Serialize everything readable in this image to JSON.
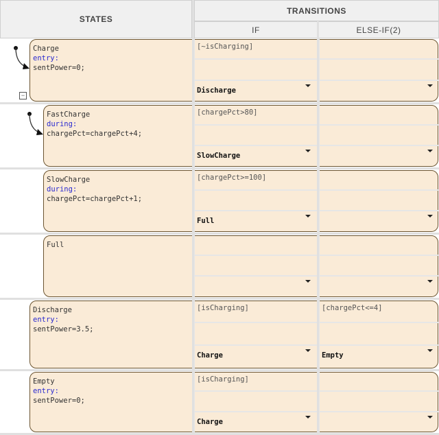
{
  "headers": {
    "states": "STATES",
    "transitions": "TRANSITIONS",
    "if": "IF",
    "else_if": "ELSE-IF(2)"
  },
  "rows": [
    {
      "state": "Charge",
      "keyword": "entry:",
      "action": "sentPower=0;",
      "if_cond": "[~isCharging]",
      "if_dest": "Discharge",
      "else_cond": "",
      "else_dest": ""
    },
    {
      "state": "FastCharge",
      "keyword": "during:",
      "action": "chargePct=chargePct+4;",
      "if_cond": "[chargePct>80]",
      "if_dest": "SlowCharge",
      "else_cond": "",
      "else_dest": ""
    },
    {
      "state": "SlowCharge",
      "keyword": "during:",
      "action": "chargePct=chargePct+1;",
      "if_cond": "[chargePct>=100]",
      "if_dest": "Full",
      "else_cond": "",
      "else_dest": ""
    },
    {
      "state": "Full",
      "keyword": "",
      "action": "",
      "if_cond": "",
      "if_dest": "",
      "else_cond": "",
      "else_dest": ""
    },
    {
      "state": "Discharge",
      "keyword": "entry:",
      "action": "sentPower=3.5;",
      "if_cond": "[isCharging]",
      "if_dest": "Charge",
      "else_cond": "[chargePct<=4]",
      "else_dest": "Empty"
    },
    {
      "state": "Empty",
      "keyword": "entry:",
      "action": "sentPower=0;",
      "if_cond": "[isCharging]",
      "if_dest": "Charge",
      "else_cond": "",
      "else_dest": ""
    }
  ]
}
